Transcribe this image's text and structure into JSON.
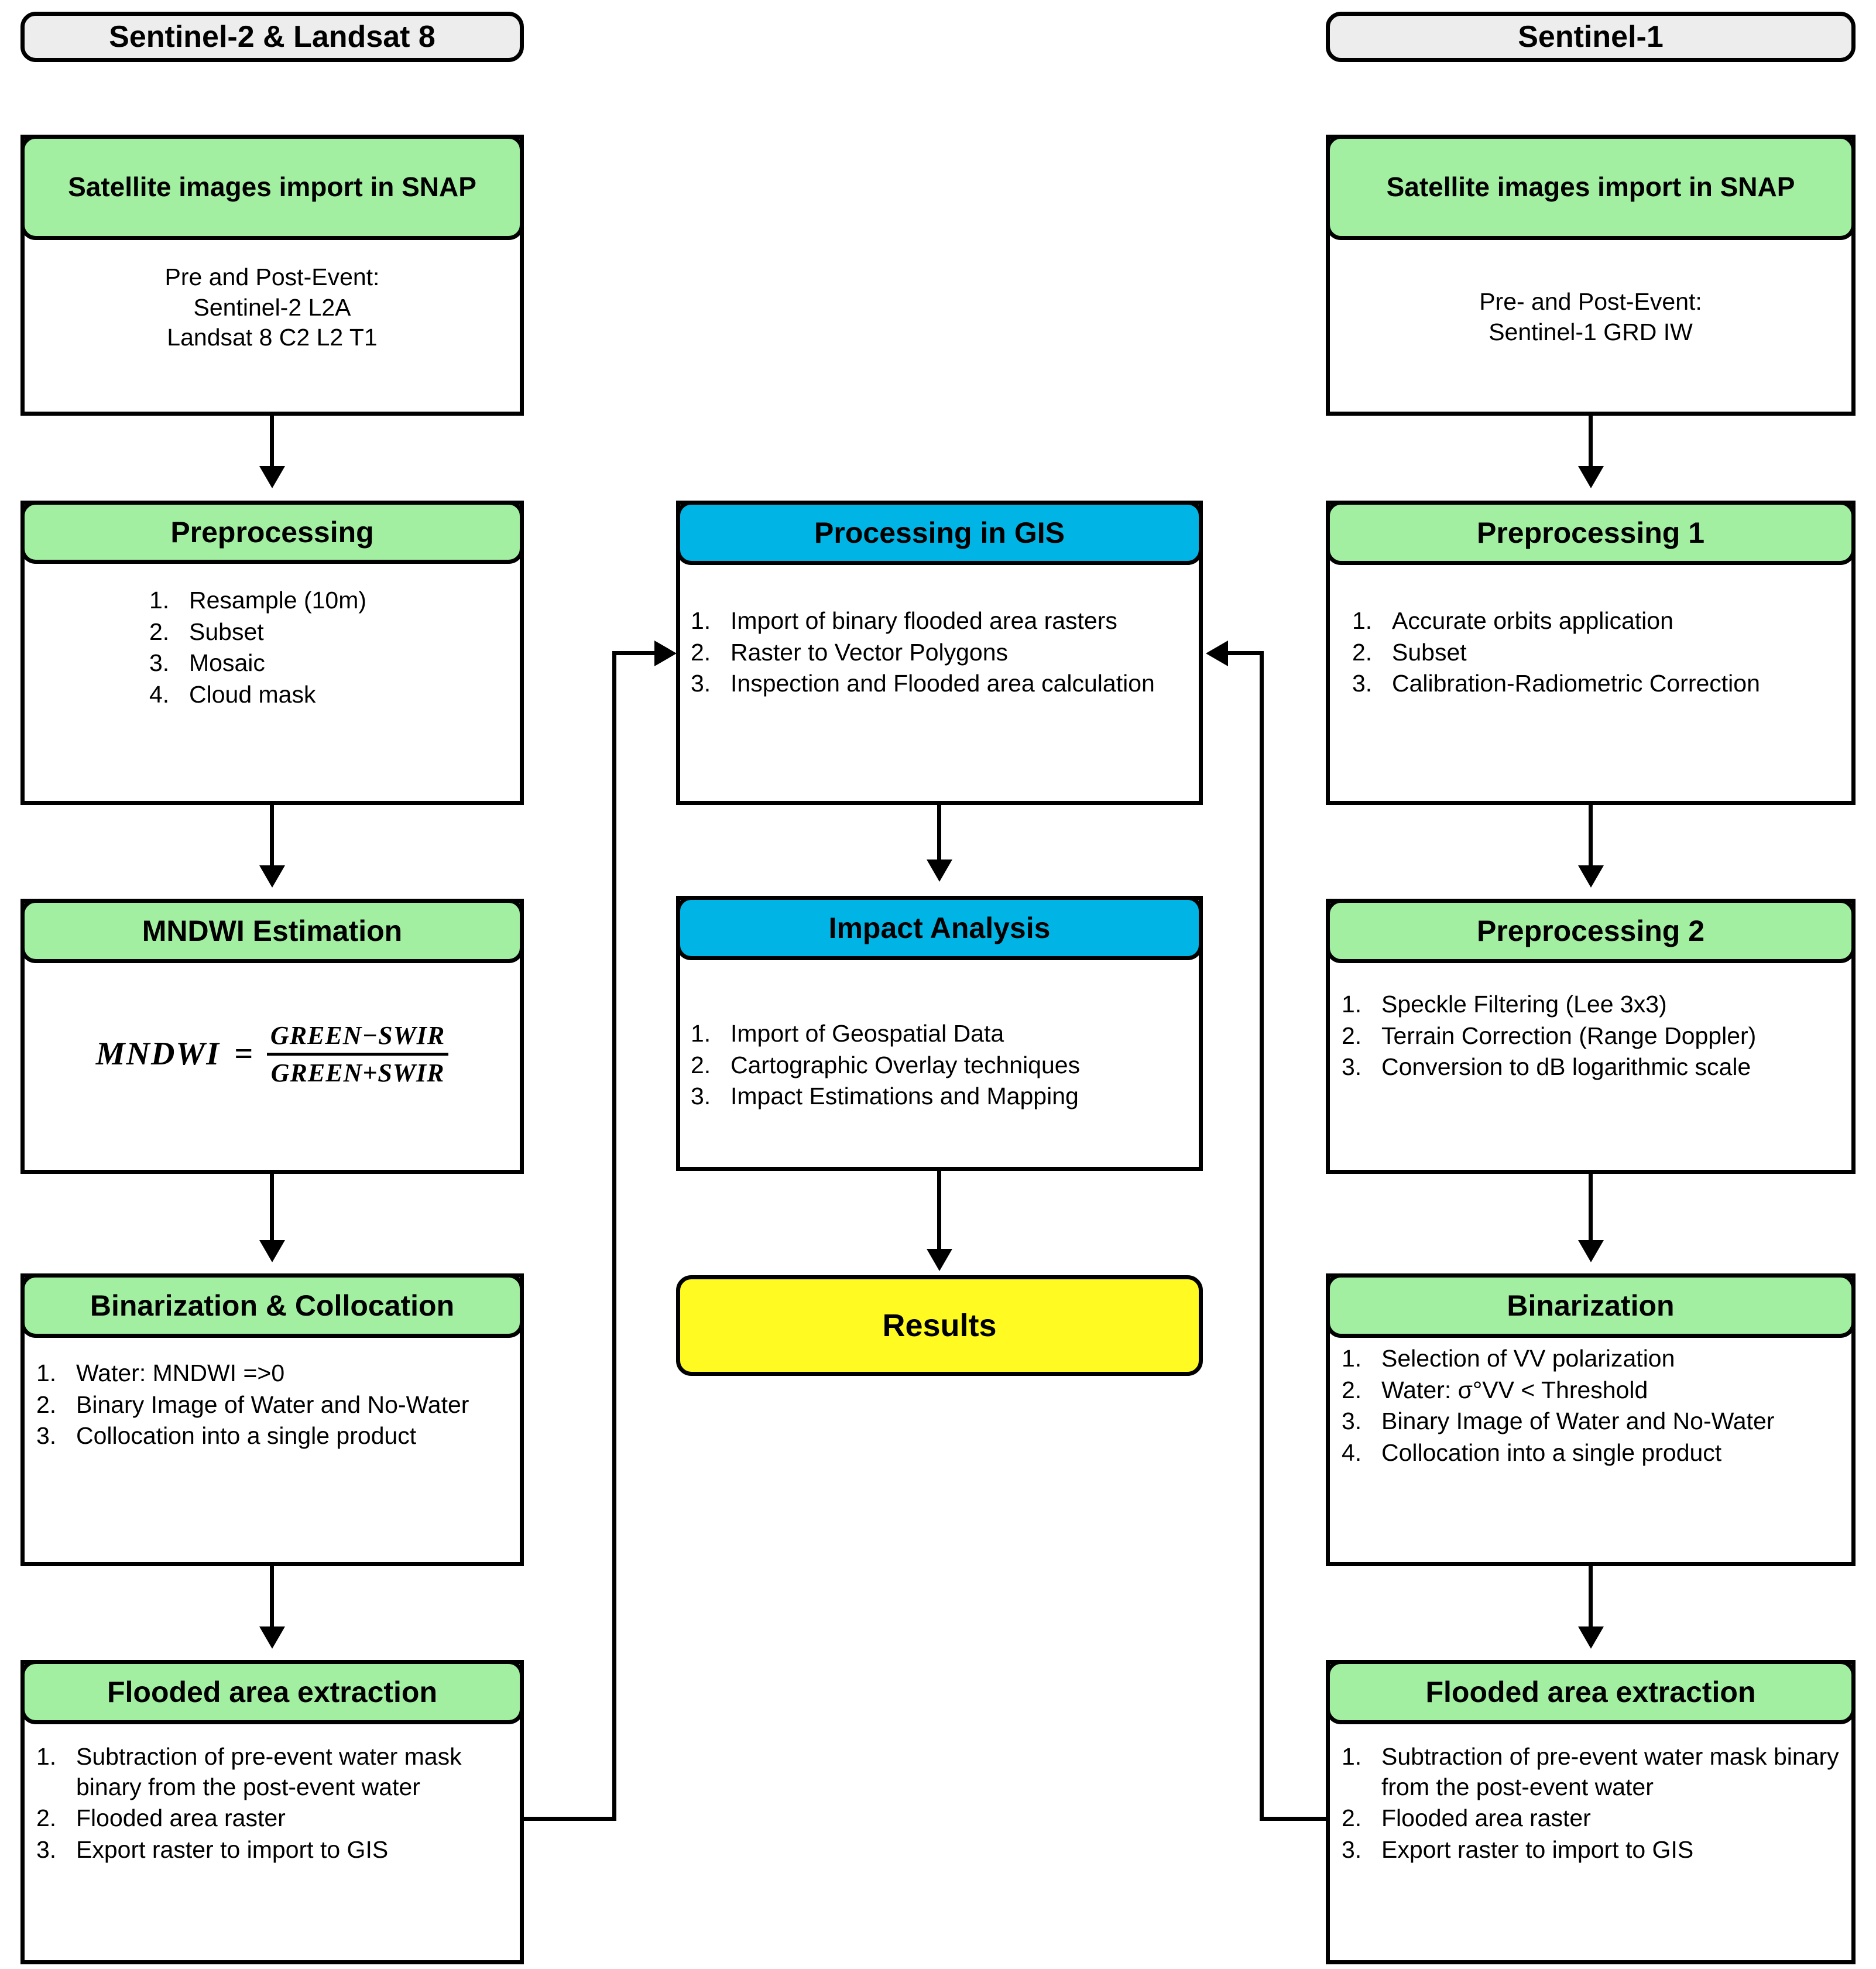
{
  "colors": {
    "green": "#a2efa2",
    "cyan": "#00b5e5",
    "yellow": "#fffa21",
    "gray": "#ededed",
    "stroke": "#000000",
    "background": "#ffffff"
  },
  "columns": {
    "left": {
      "header": "Sentinel-2 & Landsat 8",
      "nodes": [
        {
          "title": "Satellite images import in SNAP",
          "body_lines": [
            "Pre and Post-Event:",
            "Sentinel-2 L2A",
            "Landsat 8 C2 L2 T1"
          ]
        },
        {
          "title": "Preprocessing",
          "items": [
            "Resample (10m)",
            "Subset",
            "Mosaic",
            "Cloud mask"
          ]
        },
        {
          "title": "MNDWI Estimation",
          "formula": {
            "lhs": "MNDWI",
            "equals": "=",
            "numerator": "GREEN−SWIR",
            "denominator": "GREEN+SWIR"
          }
        },
        {
          "title": "Binarization & Collocation",
          "items": [
            "Water: MNDWI =>0",
            "Binary Image of Water and  No-Water",
            "Collocation into a single product"
          ]
        },
        {
          "title": "Flooded area extraction",
          "items": [
            "Subtraction of pre-event water mask binary from the post-event water",
            "Flooded area raster",
            "Export raster to import to GIS"
          ]
        }
      ]
    },
    "middle": {
      "nodes": [
        {
          "title": "Processing in GIS",
          "items": [
            "Import of binary flooded area rasters",
            "Raster to Vector Polygons",
            "Inspection and Flooded area calculation"
          ]
        },
        {
          "title": "Impact Analysis",
          "items": [
            "Import of Geospatial Data",
            "Cartographic Overlay techniques",
            "Impact Estimations and Mapping"
          ]
        },
        {
          "title": "Results"
        }
      ]
    },
    "right": {
      "header": "Sentinel-1",
      "nodes": [
        {
          "title": "Satellite images import in SNAP",
          "body_lines": [
            "Pre- and Post-Event:",
            "Sentinel-1 GRD IW"
          ]
        },
        {
          "title": "Preprocessing 1",
          "items": [
            "Accurate orbits application",
            "Subset",
            "Calibration-Radiometric Correction"
          ]
        },
        {
          "title": "Preprocessing 2",
          "items": [
            "Speckle Filtering (Lee 3x3)",
            "Terrain Correction (Range Doppler)",
            "Conversion to dB logarithmic scale"
          ]
        },
        {
          "title": "Binarization",
          "items": [
            "Selection of VV polarization",
            "Water: σ°VV < Threshold",
            "Binary Image of Water and No-Water",
            "Collocation into a single product"
          ]
        },
        {
          "title": "Flooded area extraction",
          "items": [
            "Subtraction of pre-event water mask binary from the post-event water",
            "Flooded area raster",
            "Export raster to import to GIS"
          ]
        }
      ]
    }
  },
  "numbering": {
    "n1": "1.",
    "n2": "2.",
    "n3": "3.",
    "n4": "4."
  }
}
